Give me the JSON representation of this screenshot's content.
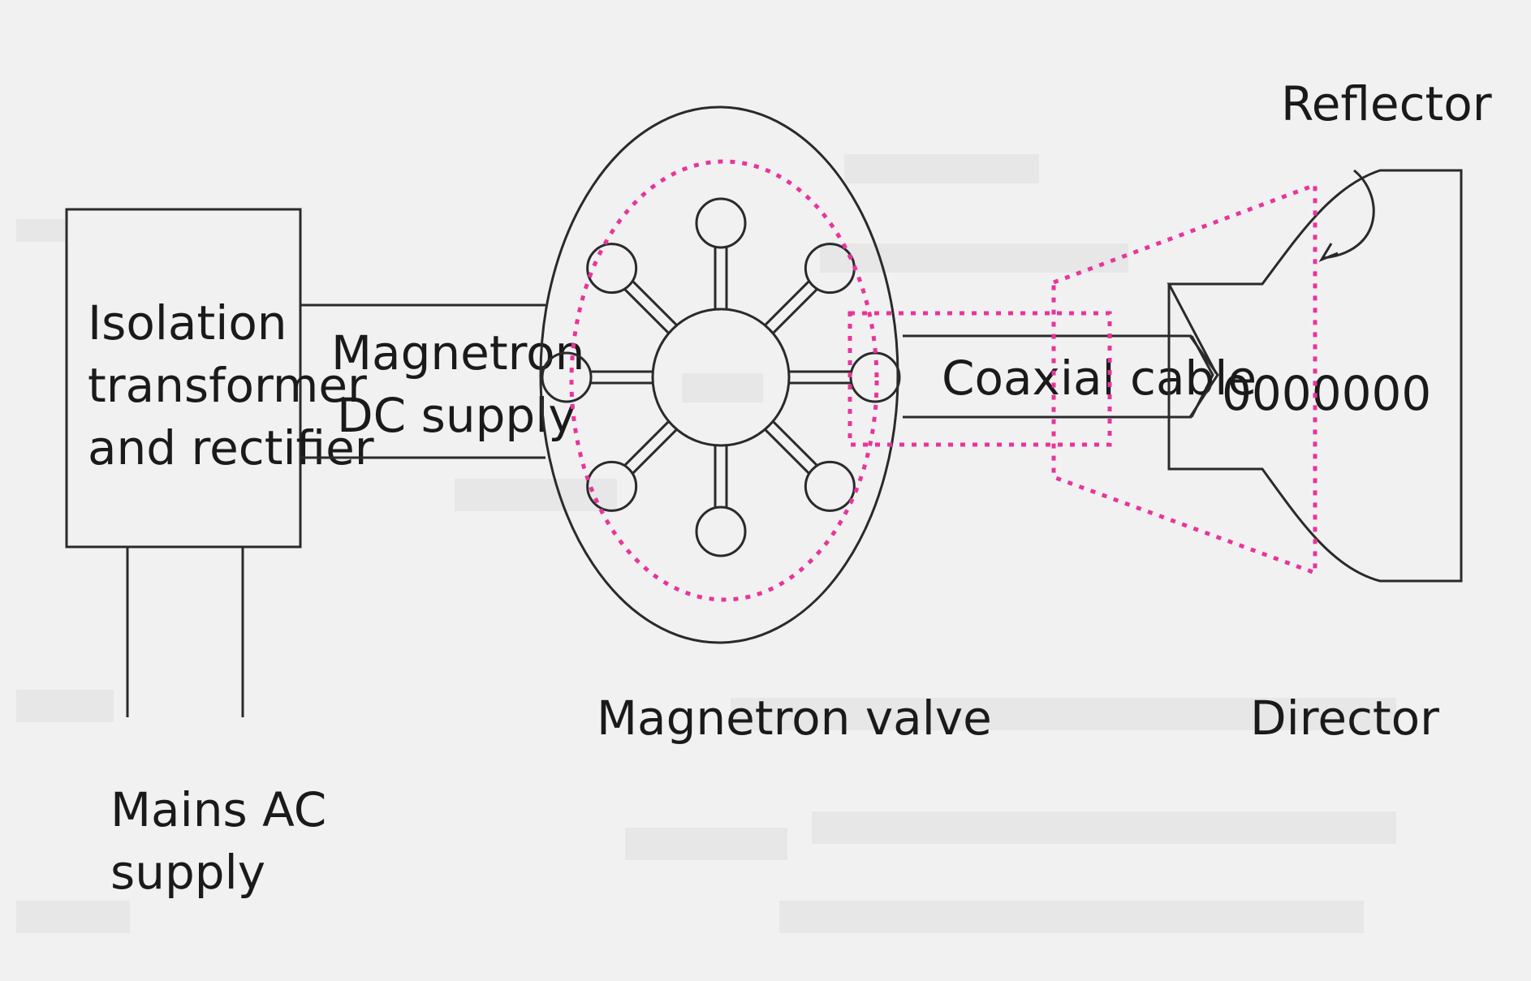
{
  "labels": {
    "isolation": [
      "Isolation",
      "transformer",
      "and rectifier"
    ],
    "dc_supply": [
      "Magnetron",
      "DC supply"
    ],
    "mains": [
      "Mains AC",
      "supply"
    ],
    "valve": "Magnetron valve",
    "coaxial": "Coaxial cable",
    "reflector": "Reflector",
    "director": "Director",
    "coil": "0000000"
  },
  "colors": {
    "background": "#f1f1f1",
    "ink": "#2a2a2a",
    "highlight": "#e8359a"
  }
}
